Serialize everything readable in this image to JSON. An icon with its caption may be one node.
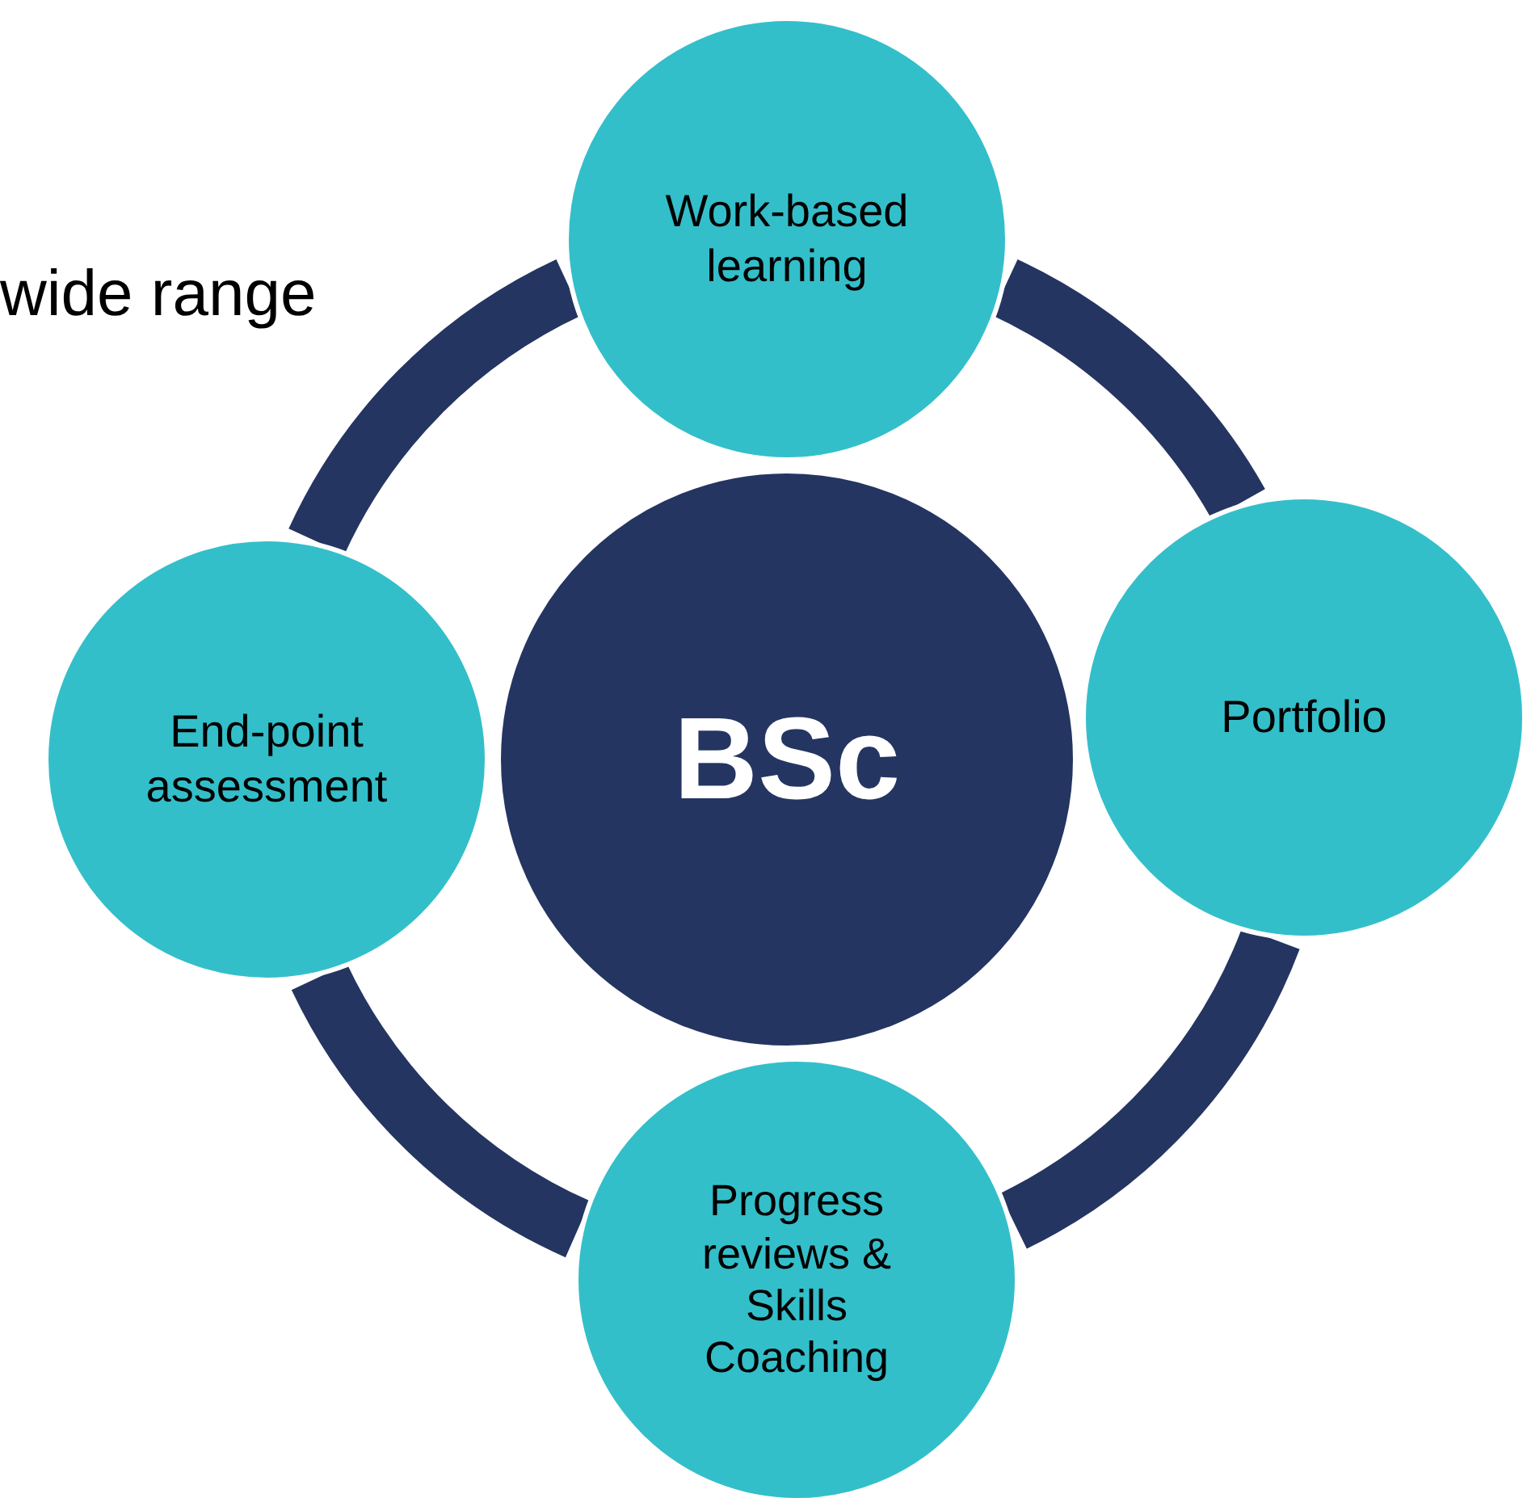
{
  "diagram": {
    "nodes": [
      {
        "text": [
          "Work-based learning"
        ]
      },
      {
        "text": [
          "End-point assessment"
        ]
      },
      {
        "text": [
          "BSc"
        ]
      },
      {
        "text": [
          "Portfolio"
        ]
      },
      {
        "text": [
          "Progress reviews & Skills Coaching"
        ]
      }
    ],
    "edges": [
      {
        "from": 0,
        "to": 3,
        "arrow": "none"
      },
      {
        "from": 3,
        "to": 4,
        "arrow": "none"
      },
      {
        "from": 4,
        "to": 1,
        "arrow": "none"
      },
      {
        "from": 1,
        "to": 0,
        "arrow": "none"
      }
    ],
    "labels": [
      "wide range"
    ]
  }
}
